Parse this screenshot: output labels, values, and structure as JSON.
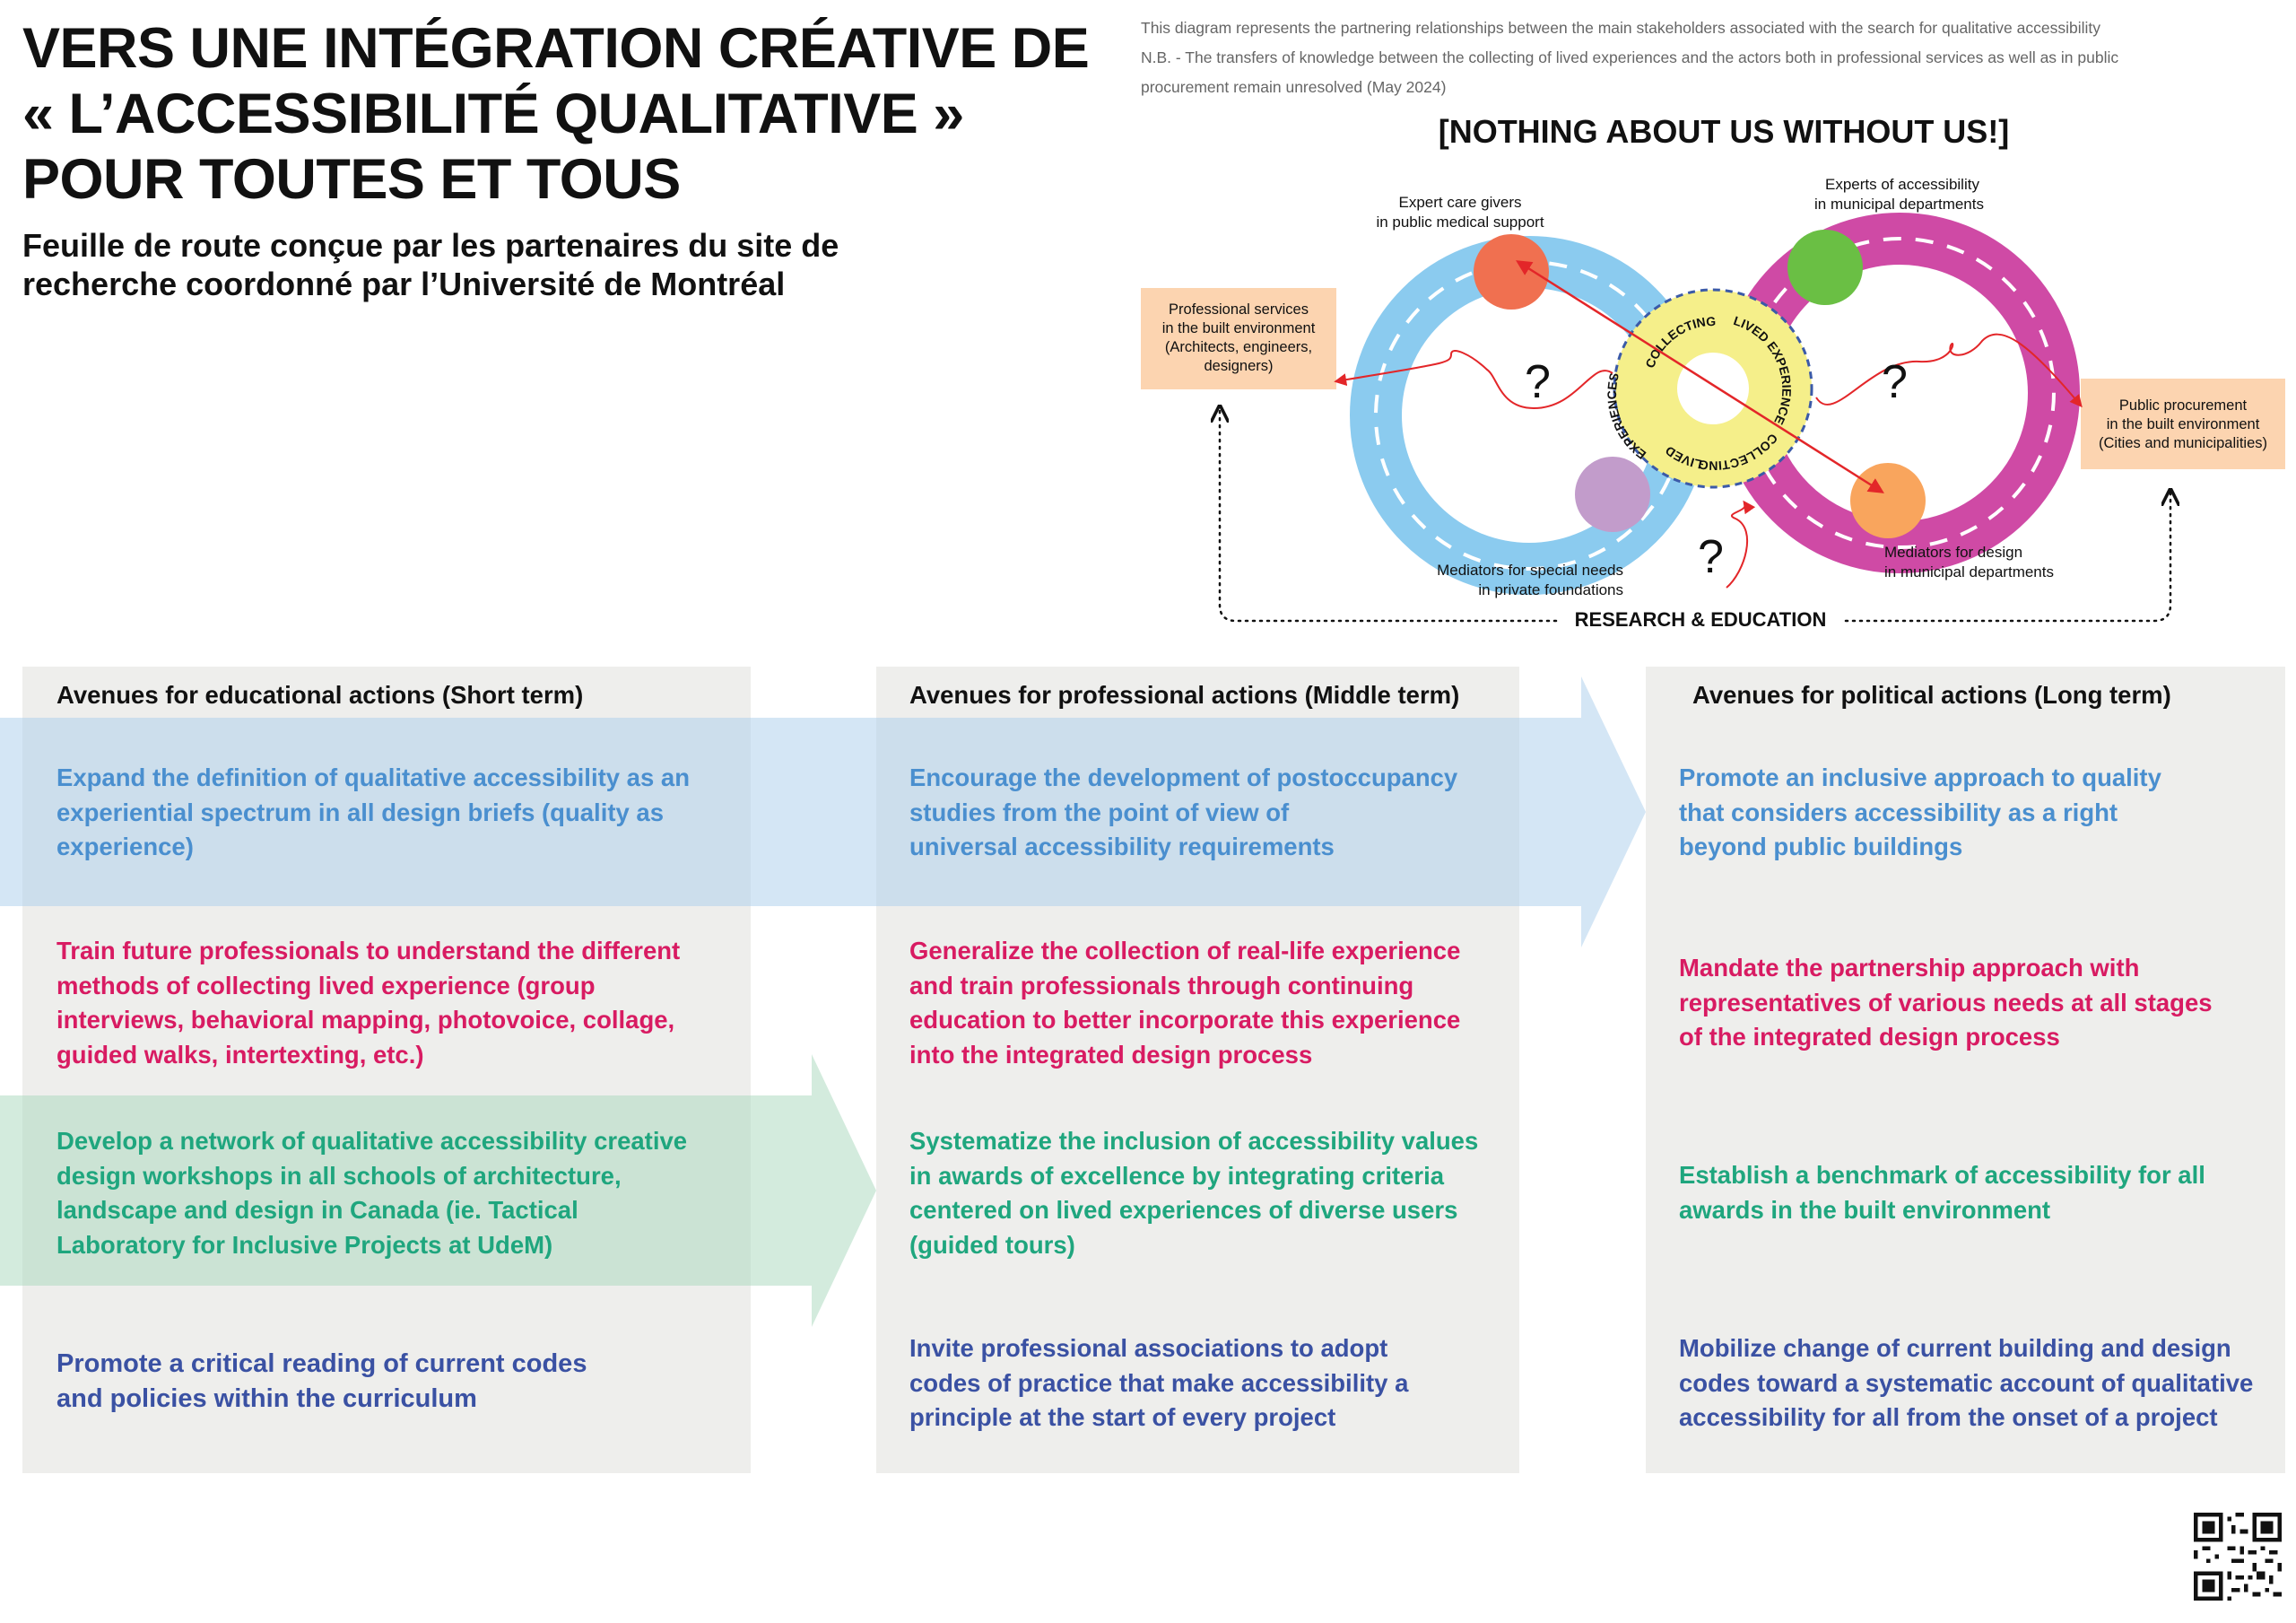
{
  "header": {
    "title_lines": [
      "VERS UNE INTÉGRATION CRÉATIVE DE",
      "« L’ACCESSIBILITÉ QUALITATIVE »",
      "POUR TOUTES ET TOUS"
    ],
    "subtitle_lines": [
      "Feuille de route conçue par les partenaires du site de",
      "recherche coordonné par l’Université de Montréal"
    ]
  },
  "diagram": {
    "note_line1": "This diagram represents the partnering relationships between the main stakeholders associated with the search for qualitative accessibility",
    "note_line2": "N.B. - The transfers of knowledge between the collecting of lived experiences and the actors both in professional services as well as in public",
    "note_line3": "procurement remain unresolved (May 2024)",
    "slogan": "[NOTHING ABOUT US WITHOUT US!]",
    "center_top": "COLLECTING",
    "center_top2": "LIVED EXPERIENCES",
    "center_bottom": "COLLECTING",
    "center_bottom2": "LIVED",
    "center_left": "EXPERIENCES",
    "question_mark": "?",
    "research": "RESEARCH & EDUCATION",
    "labels": {
      "care_givers": [
        "Expert care givers",
        "in public medical support"
      ],
      "experts_municipal": [
        "Experts of accessibility",
        "in municipal departments"
      ],
      "professional_services": [
        "Professional services",
        "in the built environment",
        "(Architects, engineers,",
        "designers)"
      ],
      "public_procurement": [
        "Public procurement",
        "in the built environment",
        "(Cities and municipalities)"
      ],
      "mediators_special": [
        "Mediators for special needs",
        "in private foundations"
      ],
      "mediators_design": [
        "Mediators for design",
        "in municipal departments"
      ]
    },
    "colors": {
      "blue_ring": "#8bcbef",
      "magenta_ring": "#cf4aa5",
      "yellow_center": "#f5ef8a",
      "orange_box": "#fcd4b0",
      "red_circle": "#f07050",
      "green_circle": "#6abf44",
      "purple_circle": "#c29ccb",
      "orange_circle": "#f9a55d",
      "arrow_red": "#e32629"
    }
  },
  "columns": [
    {
      "heading": "Avenues for educational actions (Short term)",
      "items": [
        [
          "Expand the definition of qualitative accessibility as an",
          "experiential spectrum in all design briefs (quality as",
          "experience)"
        ],
        [
          "Train future professionals to understand the different",
          "methods of collecting lived experience (group",
          "interviews, behavioral mapping, photovoice, collage,",
          "guided walks, intertexting, etc.)"
        ],
        [
          "Develop a network of qualitative accessibility creative",
          "design workshops in all schools of architecture,",
          "landscape and design in Canada (ie. Tactical",
          "Laboratory for Inclusive Projects at UdeM)"
        ],
        [
          "Promote a critical reading of current codes",
          "and policies within the curriculum"
        ]
      ]
    },
    {
      "heading": "Avenues for professional actions (Middle term)",
      "items": [
        [
          "Encourage the development of postoccupancy",
          "studies from the point of view of",
          "universal accessibility requirements"
        ],
        [
          "Generalize the collection of real-life experience",
          "and train professionals through continuing",
          "education to better incorporate this experience",
          "into the integrated design process"
        ],
        [
          "Systematize the inclusion of accessibility values",
          "in awards of excellence by integrating criteria",
          "centered on lived experiences of diverse users",
          "(guided tours)"
        ],
        [
          "Invite professional associations to adopt",
          "codes of practice that make accessibility a",
          "principle at the start of every project"
        ]
      ]
    },
    {
      "heading": "Avenues for political actions (Long term)",
      "items": [
        [
          "Promote an inclusive approach to quality",
          "that considers accessibility as a right",
          "beyond public buildings"
        ],
        [
          "Mandate the partnership approach with",
          "representatives of various needs at all stages",
          "of the integrated design process"
        ],
        [
          "Establish a benchmark of accessibility for all",
          "awards in the built environment"
        ],
        [
          "Mobilize change of current building and design",
          "codes toward a systematic account of qualitative",
          "accessibility for all from the onset of a project"
        ]
      ]
    }
  ],
  "palette": {
    "blue_text": "#4a8fcf",
    "pink_text": "#d81b62",
    "teal_text": "#1fa67e",
    "navy_text": "#3a51a3",
    "blue_band": "#cfe3f4",
    "green_band": "#c9e6d6",
    "panel_bg": "#eeeeec"
  }
}
